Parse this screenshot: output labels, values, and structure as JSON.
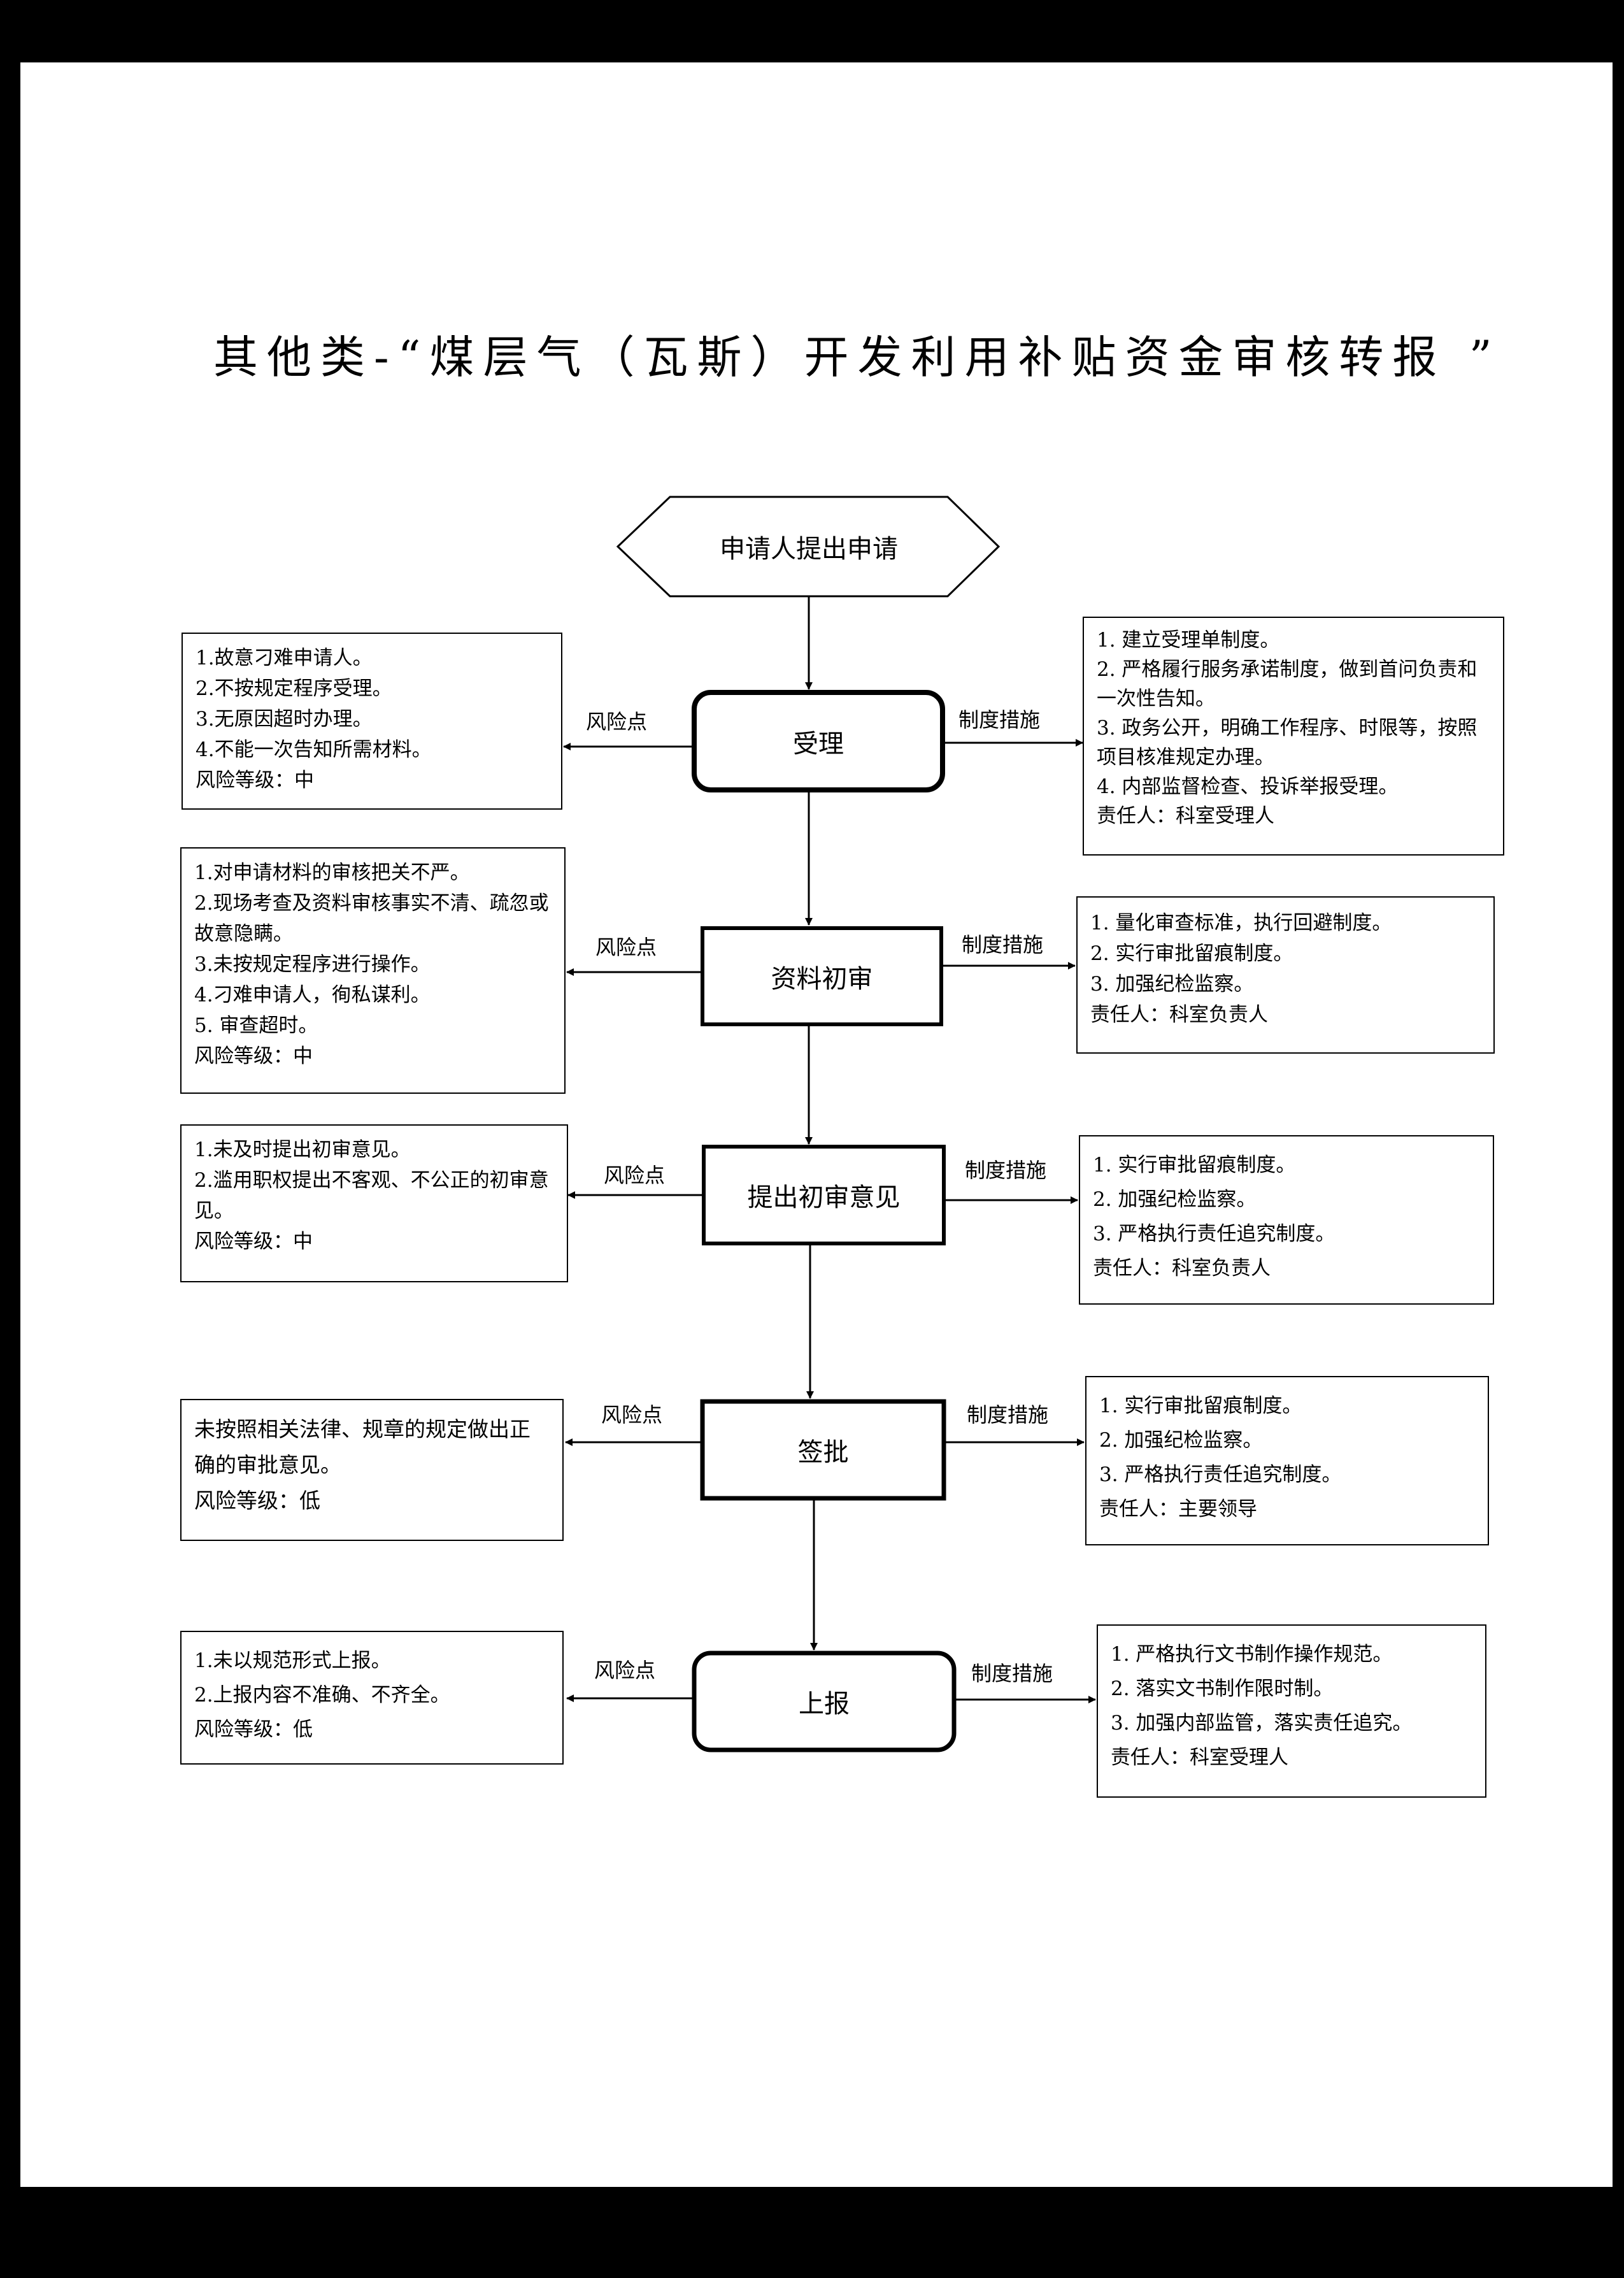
{
  "title": "其他类-“煤层气（瓦斯）开发利用补贴资金审核转报 ”",
  "labels": {
    "risk": "风险点",
    "measures": "制度措施"
  },
  "start": "申请人提出申请",
  "steps": [
    {
      "name": "受理",
      "risks": [
        "1.故意刁难申请人。",
        "2.不按规定程序受理。",
        "3.无原因超时办理。",
        "4.不能一次告知所需材料。",
        "风险等级：中"
      ],
      "measures": [
        "1. 建立受理单制度。",
        "2. 严格履行服务承诺制度，做到首问负责和一次性告知。",
        "3. 政务公开，明确工作程序、时限等，按照项目核准规定办理。",
        "4. 内部监督检查、投诉举报受理。",
        "责任人：科室受理人"
      ]
    },
    {
      "name": "资料初审",
      "risks": [
        "1.对申请材料的审核把关不严。",
        "2.现场考查及资料审核事实不清、疏忽或故意隐瞒。",
        "3.未按规定程序进行操作。",
        "4.刁难申请人，徇私谋利。",
        "5. 审查超时。",
        "风险等级：中"
      ],
      "measures": [
        "1. 量化审查标准，执行回避制度。",
        "2. 实行审批留痕制度。",
        "3. 加强纪检监察。",
        "责任人：科室负责人"
      ]
    },
    {
      "name": "提出初审意见",
      "risks": [
        "1.未及时提出初审意见。",
        "2.滥用职权提出不客观、不公正的初审意见。",
        "风险等级：中"
      ],
      "measures": [
        "1. 实行审批留痕制度。",
        "2. 加强纪检监察。",
        "3. 严格执行责任追究制度。",
        "责任人：科室负责人"
      ]
    },
    {
      "name": "签批",
      "risks": [
        "未按照相关法律、规章的规定做出正确的审批意见。",
        "风险等级：低"
      ],
      "measures": [
        "1. 实行审批留痕制度。",
        "2. 加强纪检监察。",
        "3. 严格执行责任追究制度。",
        "责任人：主要领导"
      ]
    },
    {
      "name": "上报",
      "risks": [
        "1.未以规范形式上报。",
        "2.上报内容不准确、不齐全。",
        "风险等级：低"
      ],
      "measures": [
        "1. 严格执行文书制作操作规范。",
        "2. 落实文书制作限时制。",
        "3. 加强内部监管，落实责任追究。",
        "责任人：科室受理人"
      ]
    }
  ]
}
